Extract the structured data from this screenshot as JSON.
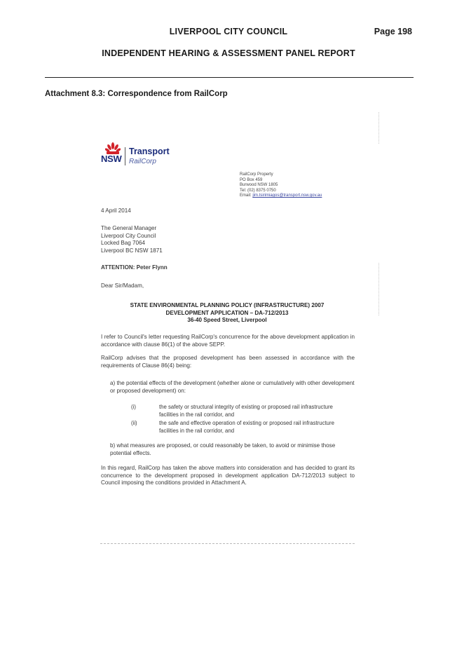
{
  "header": {
    "council": "LIVERPOOL CITY COUNCIL",
    "page": "Page 198",
    "report": "INDEPENDENT HEARING & ASSESSMENT PANEL REPORT"
  },
  "attachment_title": "Attachment 8.3: Correspondence from RailCorp",
  "letter": {
    "logo": {
      "nsw": "NSW",
      "transport": "Transport",
      "railcorp": "RailCorp"
    },
    "address": [
      "RailCorp Property",
      "PO Box 459",
      "Burwood NSW 1805",
      "Tel: (02) 8375 0750"
    ],
    "email_label": "Email: ",
    "email": "jim.tsirimiagos@transport.nsw.gov.au",
    "date": "4 April 2014",
    "recipient": [
      "The General Manager",
      "Liverpool City Council",
      "Locked Bag 7064",
      "Liverpool BC  NSW  1871"
    ],
    "attention": "ATTENTION:  Peter Flynn",
    "salutation": "Dear Sir/Madam,",
    "heading": [
      "STATE ENVIRONMENTAL PLANNING POLICY (INFRASTRUCTURE) 2007",
      "DEVELOPMENT APPLICATION – DA-712/2013",
      "36-40 Speed Street, Liverpool"
    ],
    "para1": "I refer to Council's letter requesting RailCorp's concurrence for the above development application in accordance with clause 86(1) of the above SEPP.",
    "para2": "RailCorp advises that the proposed development has been assessed in accordance with the requirements of Clause 86(4) being:",
    "item_a": "a)  the potential effects of the development (whether alone or cumulatively with other development or proposed development) on:",
    "sub_i_num": "(i)",
    "sub_i": "the safety or structural integrity of existing or proposed rail infrastructure facilities in the rail corridor, and",
    "sub_ii_num": "(ii)",
    "sub_ii": "the safe and effective operation of existing or proposed rail infrastructure facilities in the rail corridor, and",
    "item_b": "b)  what measures are proposed, or could reasonably be taken, to avoid or minimise those potential effects.",
    "para3": "In this regard, RailCorp has taken the above matters into consideration and has decided to grant its concurrence to the development proposed in development application DA-712/2013 subject to Council imposing the conditions provided in Attachment A."
  },
  "colors": {
    "logo_blue": "#1a2b7a",
    "waratah_red": "#d2232a"
  }
}
